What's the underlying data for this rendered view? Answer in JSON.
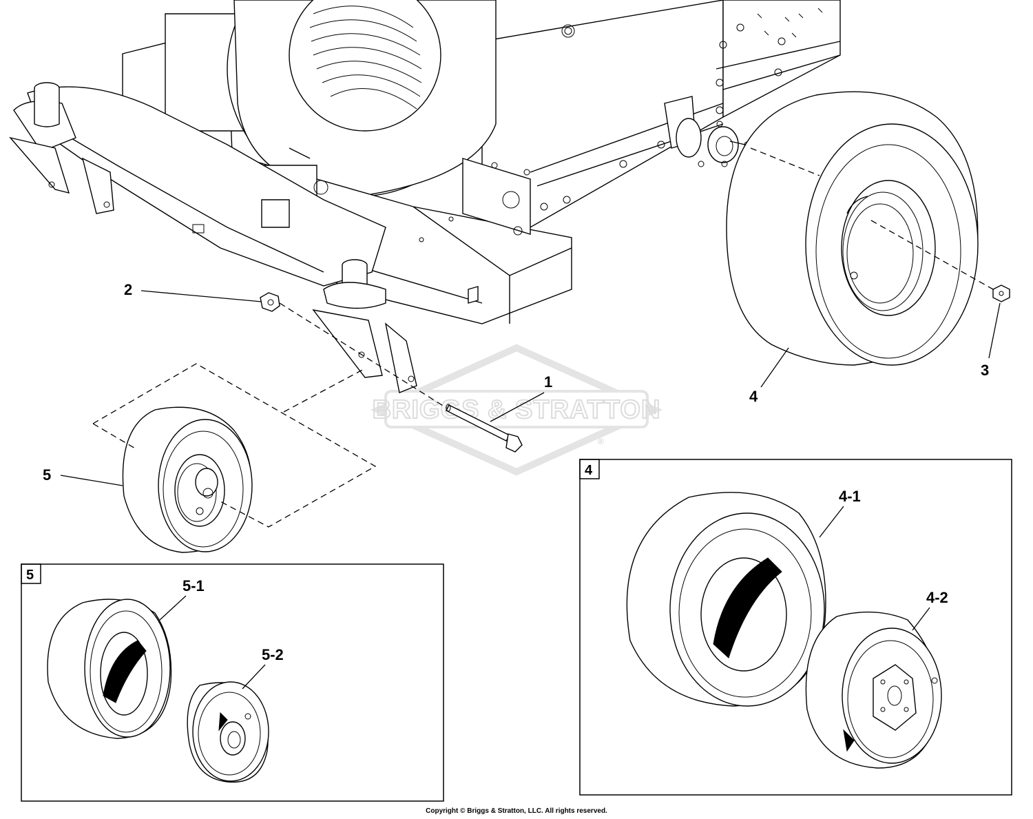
{
  "watermark": {
    "brand": "BRIGGS & STRATTON",
    "registered": "®"
  },
  "callouts": {
    "c1": "1",
    "c2": "2",
    "c3": "3",
    "c4": "4",
    "c5": "5",
    "c4_1": "4-1",
    "c4_2": "4-2",
    "c5_1": "5-1",
    "c5_2": "5-2"
  },
  "insets": {
    "wheel_5_tag": "5",
    "wheel_4_tag": "4"
  },
  "footer": {
    "copyright": "Copyright © Briggs & Stratton, LLC. All rights reserved."
  }
}
